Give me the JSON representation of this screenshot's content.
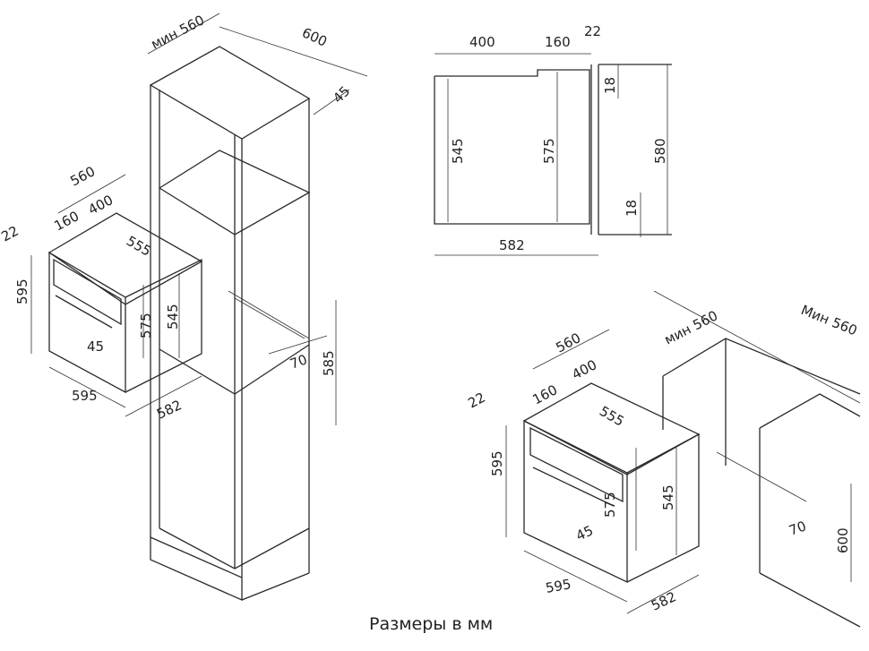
{
  "caption": "Размеры в мм",
  "left_oven": {
    "width_top": "560",
    "front_depth": "160",
    "body_depth": "400",
    "panel": "22",
    "body_width": "555",
    "front_height": "595",
    "body_height_1": "575",
    "body_height_2": "545",
    "offset": "45",
    "front_width": "595",
    "total_depth": "582"
  },
  "column_cabinet": {
    "min_width": "мин 560",
    "depth": "600",
    "back_gap": "45",
    "vent": "70",
    "niche_height": "585"
  },
  "side_view": {
    "body_depth": "400",
    "front_depth": "160",
    "panel": "22",
    "top_gap": "18",
    "body_height": "545",
    "inner_height": "575",
    "niche_height": "580",
    "bottom_gap": "18",
    "total_depth": "582"
  },
  "right_oven": {
    "min_width_left": "мин 560",
    "min_width_right": "Мин 560",
    "width_top": "560",
    "front_depth": "160",
    "body_depth": "400",
    "panel": "22",
    "body_width": "555",
    "front_height": "595",
    "body_height_1": "575",
    "body_height_2": "545",
    "offset": "45",
    "vent": "70",
    "niche_height": "600",
    "front_width": "595",
    "total_depth": "582"
  }
}
